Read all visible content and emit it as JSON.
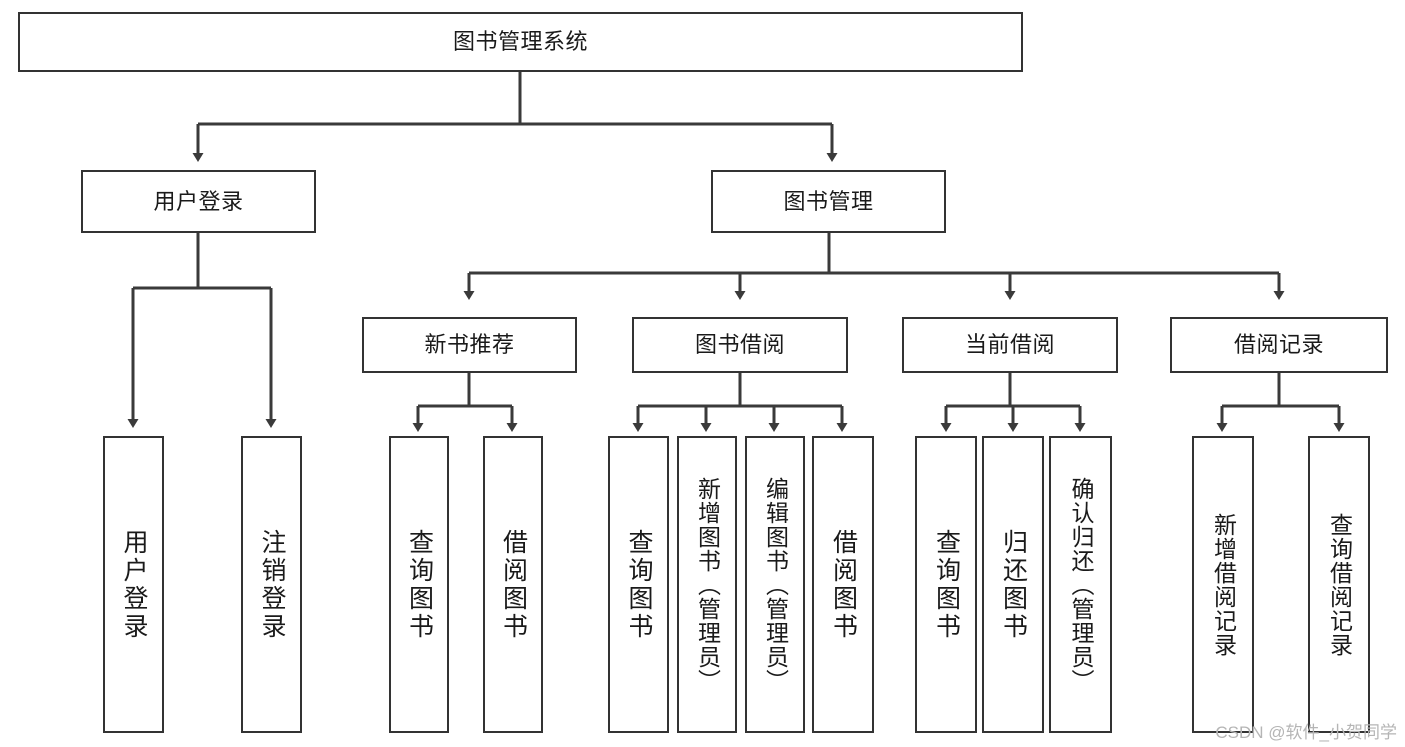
{
  "diagram": {
    "type": "tree-hierarchy",
    "title": "图书管理系统",
    "root": {
      "id": "root",
      "label": "图书管理系统",
      "orientation": "horizontal"
    },
    "level1": [
      {
        "id": "user-login",
        "label": "用户登录",
        "orientation": "horizontal"
      },
      {
        "id": "book-manage",
        "label": "图书管理",
        "orientation": "horizontal"
      }
    ],
    "level2": [
      {
        "id": "new-book-rec",
        "label": "新书推荐",
        "orientation": "horizontal",
        "parent": "book-manage"
      },
      {
        "id": "book-borrow",
        "label": "图书借阅",
        "orientation": "horizontal",
        "parent": "book-manage"
      },
      {
        "id": "current-borrow",
        "label": "当前借阅",
        "orientation": "horizontal",
        "parent": "book-manage"
      },
      {
        "id": "borrow-record",
        "label": "借阅记录",
        "orientation": "horizontal",
        "parent": "book-manage"
      }
    ],
    "leaves": [
      {
        "id": "leaf-user-login",
        "label": "用户登录",
        "parent": "user-login",
        "orientation": "vertical"
      },
      {
        "id": "leaf-user-logout",
        "label": "注销登录",
        "parent": "user-login",
        "orientation": "vertical"
      },
      {
        "id": "leaf-query-book-1",
        "label": "查询图书",
        "parent": "new-book-rec",
        "orientation": "vertical"
      },
      {
        "id": "leaf-borrow-book-1",
        "label": "借阅图书",
        "parent": "new-book-rec",
        "orientation": "vertical"
      },
      {
        "id": "leaf-query-book-2",
        "label": "查询图书",
        "parent": "book-borrow",
        "orientation": "vertical"
      },
      {
        "id": "leaf-add-book",
        "label": "新增图书（管理员）",
        "parent": "book-borrow",
        "orientation": "vertical"
      },
      {
        "id": "leaf-edit-book",
        "label": "编辑图书（管理员）",
        "parent": "book-borrow",
        "orientation": "vertical"
      },
      {
        "id": "leaf-borrow-book-2",
        "label": "借阅图书",
        "parent": "book-borrow",
        "orientation": "vertical"
      },
      {
        "id": "leaf-query-book-3",
        "label": "查询图书",
        "parent": "current-borrow",
        "orientation": "vertical"
      },
      {
        "id": "leaf-return-book",
        "label": "归还图书",
        "parent": "current-borrow",
        "orientation": "vertical"
      },
      {
        "id": "leaf-confirm-return",
        "label": "确认归还（管理员）",
        "parent": "current-borrow",
        "orientation": "vertical"
      },
      {
        "id": "leaf-add-record",
        "label": "新增借阅记录",
        "parent": "borrow-record",
        "orientation": "vertical"
      },
      {
        "id": "leaf-query-record",
        "label": "查询借阅记录",
        "parent": "borrow-record",
        "orientation": "vertical"
      }
    ],
    "colors": {
      "box_border": "#333333",
      "box_fill": "#ffffff",
      "connector": "#3a3a3a",
      "text": "#1a1a1a",
      "watermark": "#b5b5b5",
      "background": "#ffffff"
    }
  },
  "watermark": {
    "text": "CSDN @软件_小贺同学"
  }
}
